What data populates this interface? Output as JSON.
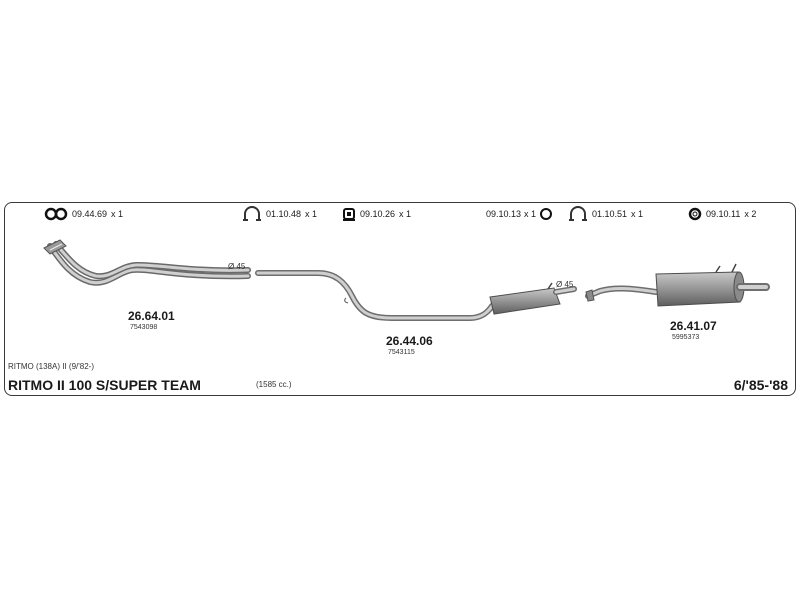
{
  "accessories": [
    {
      "icon": "double-ring-gasket-icon",
      "code": "09.44.69",
      "qty": "x 1"
    },
    {
      "icon": "u-clamp-icon",
      "code": "01.10.48",
      "qty": "x 1"
    },
    {
      "icon": "rubber-mount-icon",
      "code": "09.10.26",
      "qty": "x 1"
    },
    {
      "icon": "ring-gasket-icon",
      "code": "09.10.13",
      "qty": "x 1"
    },
    {
      "icon": "u-clamp-icon",
      "code": "01.10.51",
      "qty": "x 1"
    },
    {
      "icon": "ring-gasket-icon",
      "code": "09.10.11",
      "qty": "x 2"
    }
  ],
  "parts": [
    {
      "number": "26.64.01",
      "oem": "7543098",
      "diameter": "Ø 45"
    },
    {
      "number": "26.44.06",
      "oem": "7543115",
      "diameter": "Ø 45"
    },
    {
      "number": "26.41.07",
      "oem": "5995373"
    }
  ],
  "vehicle": {
    "subtitle": "RITMO (138A) II (9/'82-)",
    "model": "RITMO II 100 S/SUPER TEAM",
    "displacement": "(1585 cc.)",
    "years": "6/'85-'88"
  },
  "colors": {
    "pipe": "#bdbdbd",
    "pipe_edge": "#7a7a7a",
    "muffler": "#8f8f8f",
    "border": "#3a3a3a"
  }
}
